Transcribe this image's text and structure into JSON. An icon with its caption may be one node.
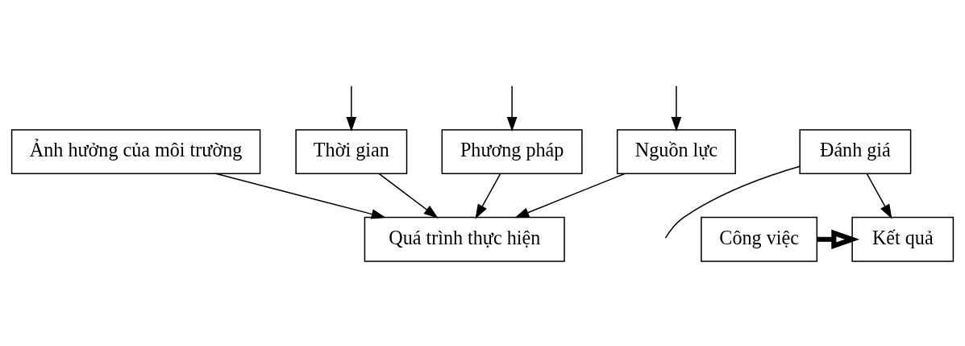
{
  "diagram": {
    "nodes": [
      {
        "text": [
          "Ảnh hưởng của môi trường"
        ]
      },
      {
        "text": [
          "Đánh giá"
        ]
      },
      {
        "text": [
          "Công việc"
        ]
      },
      {
        "text": [
          "Quá trình thực hiện"
        ]
      },
      {
        "text": [
          "Kết quả"
        ]
      },
      {
        "text": [
          "Thời gian"
        ]
      },
      {
        "text": [
          "Phương pháp"
        ]
      },
      {
        "text": [
          "Nguồn lực"
        ]
      }
    ],
    "edges": [
      {
        "from": 0,
        "to": 3,
        "arrow": "to"
      },
      {
        "from": 2,
        "to": 4,
        "arrow": "to",
        "style": "thick"
      },
      {
        "from": 1,
        "to": 4,
        "arrow": "to"
      },
      {
        "from": 1,
        "to": null,
        "arrow": "none"
      },
      {
        "from": null,
        "to": 5,
        "arrow": "to"
      },
      {
        "from": null,
        "to": 6,
        "arrow": "to"
      },
      {
        "from": null,
        "to": 7,
        "arrow": "to"
      },
      {
        "from": 5,
        "to": 3,
        "arrow": "to"
      },
      {
        "from": 6,
        "to": 3,
        "arrow": "to"
      },
      {
        "from": 7,
        "to": 3,
        "arrow": "to"
      }
    ]
  }
}
